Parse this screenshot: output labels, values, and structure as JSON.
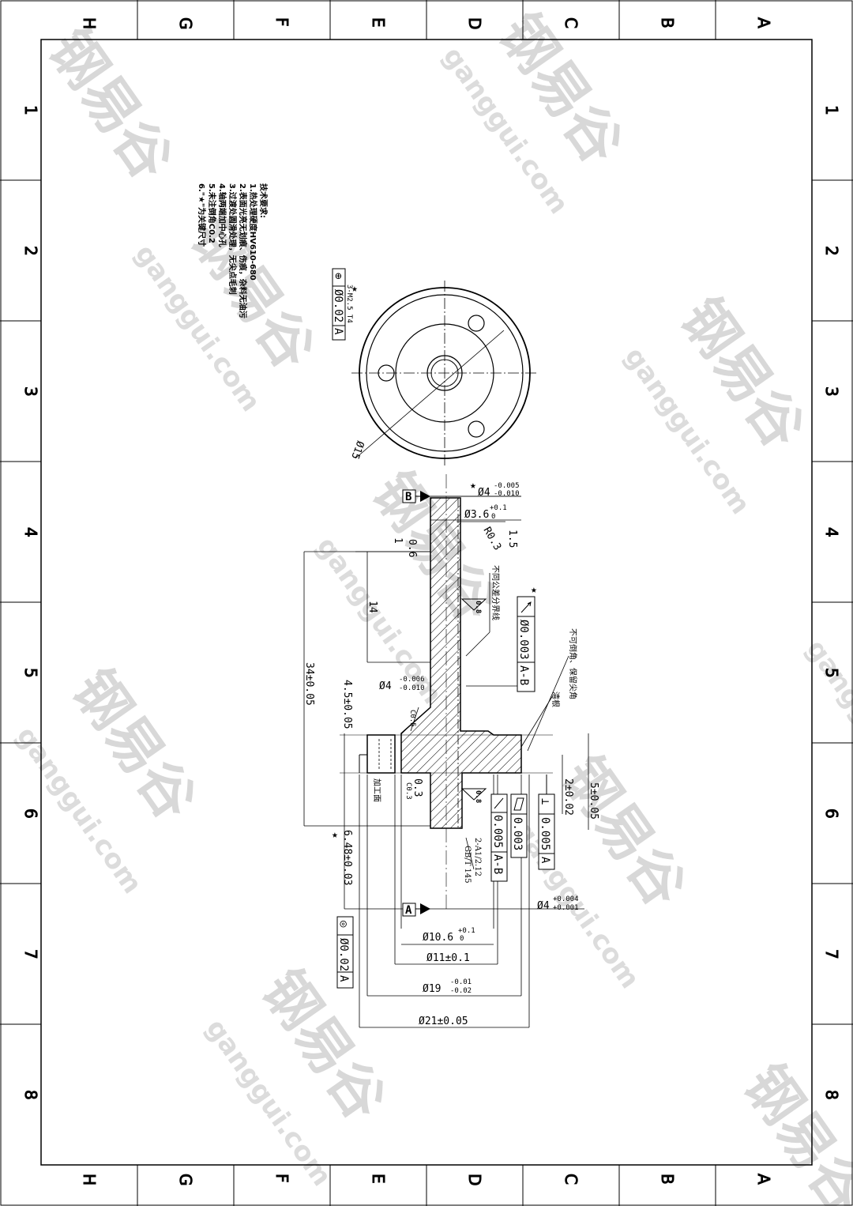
{
  "border": {
    "zones_letters": [
      "H",
      "G",
      "F",
      "E",
      "D",
      "C",
      "B",
      "A"
    ],
    "zones_numbers": [
      "1",
      "2",
      "3",
      "4",
      "5",
      "6",
      "7",
      "8"
    ]
  },
  "watermark": {
    "logo_text": "钢易谷",
    "domain_text": "ganggui.com"
  },
  "notes": {
    "title": "技术要求:",
    "items": [
      "1.热处理硬度HV610-680",
      "2.表面光亮无划痕、伤痕，杂料无油污",
      "3.过渡处圆滑处理，无尖点毛刺",
      "4.轴两端加中心孔",
      "5.未注倒角C0.2",
      "6.\"★\"为关键尺寸"
    ]
  },
  "top_view": {
    "hole_label": "3-M2.5 T4",
    "diameter": "Ø15",
    "position_fcf": {
      "symbol": "⊕",
      "tol": "Ø0.02",
      "datum": "A"
    }
  },
  "section_view": {
    "dims": {
      "d4_top": {
        "base": "Ø4",
        "upper": "-0.005",
        "lower": "-0.010"
      },
      "d36": {
        "base": "Ø3.6",
        "upper": "+0.1",
        "lower": "0"
      },
      "r03": "R0.3",
      "d15": "1.5",
      "d06": "0.6",
      "d1": "1",
      "d14": "14",
      "d34": "34±0.05",
      "d45": "4.5±0.05",
      "d4_mid": {
        "base": "Ø4",
        "upper": "-0.006",
        "lower": "-0.010"
      },
      "c05": "C0.5",
      "c03": "C0.3",
      "d03": "0.3",
      "d648": "6.48±0.03",
      "d5": "5±0.05",
      "d2": "2±0.02",
      "d4_bot": {
        "base": "Ø4",
        "upper": "+0.004",
        "lower": "+0.001"
      },
      "d106": {
        "base": "Ø10.6",
        "upper": "+0.1",
        "lower": "0"
      },
      "d11": "Ø11±0.1",
      "d19": {
        "base": "Ø19",
        "upper": "-0.01",
        "lower": "-0.02"
      },
      "d21": "Ø21±0.05"
    },
    "roughness": [
      "0.8",
      "0.8"
    ],
    "datums": [
      "B",
      "A"
    ],
    "fcf_runout_top": {
      "tol": "Ø0.003",
      "datum": "A-B"
    },
    "fcf_runout_bot": {
      "tol": "0.005",
      "datum": "A-B"
    },
    "fcf_flatness": {
      "tol": "0.003"
    },
    "fcf_perp": {
      "symbol": "⊥",
      "tol": "0.005",
      "datum": "A"
    },
    "fcf_concentric": {
      "symbol": "◎",
      "tol": "Ø0.02",
      "datum": "A"
    },
    "notes_cn": {
      "tolerance_line": "不同公差分界线",
      "no_chamfer": "不可倒角、保留尖角",
      "clean_root": "清根",
      "machined": "加工面",
      "center_hole": "2-A1/2.12",
      "center_hole_std": "GB/T 145"
    },
    "star": "★"
  }
}
